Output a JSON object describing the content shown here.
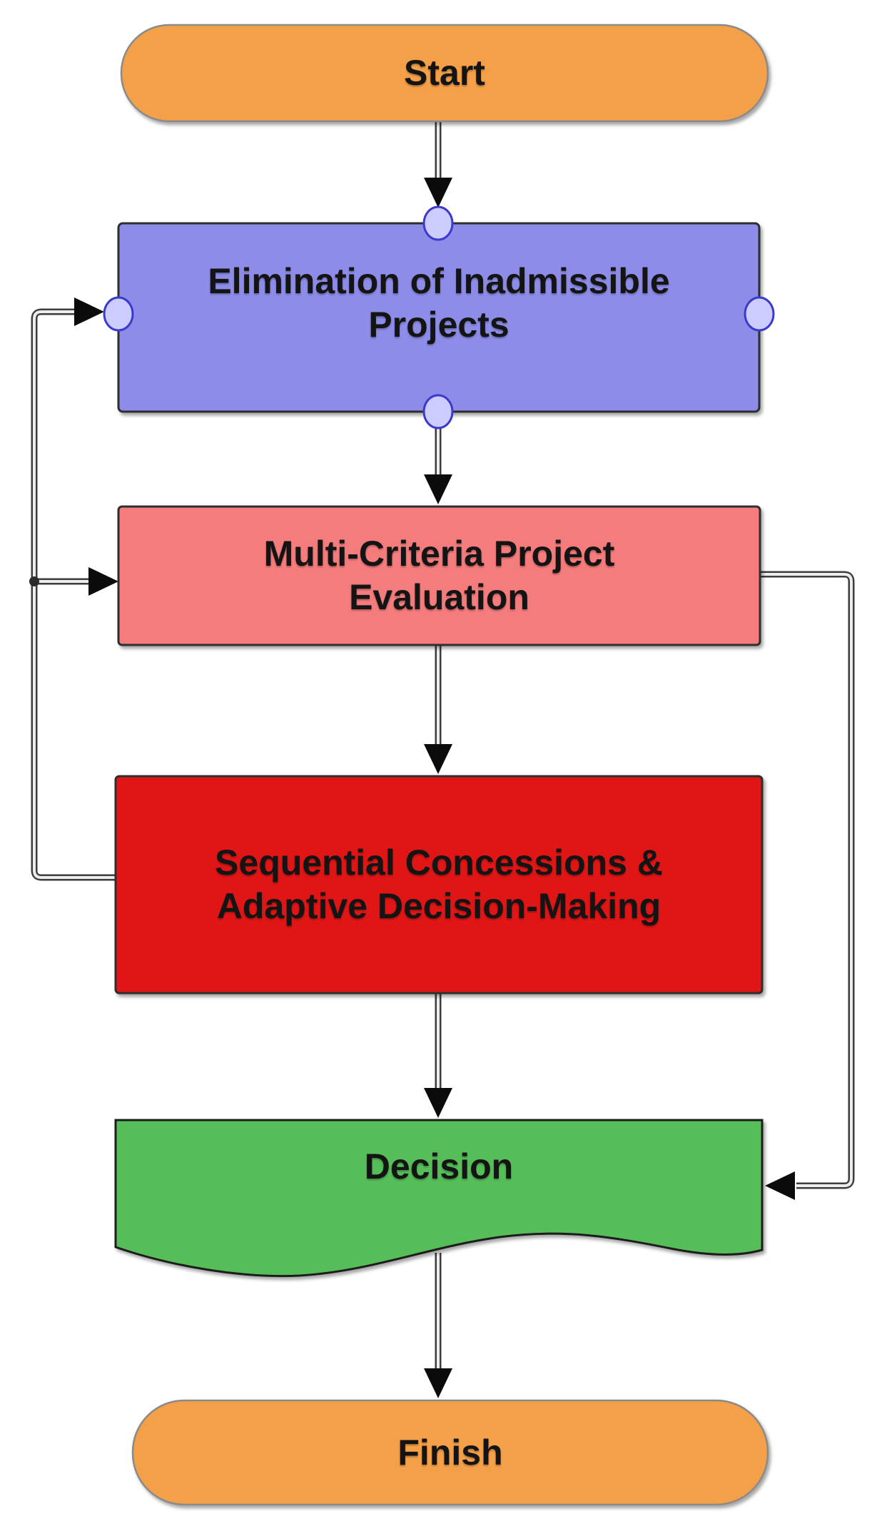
{
  "diagram_title": "Adaptive multi-criteria project selection flowchart",
  "nodes": {
    "start": {
      "label": "Start",
      "shape": "terminator"
    },
    "elimination": {
      "label": "Elimination of Inadmissible\nProjects",
      "shape": "process"
    },
    "evaluation": {
      "label": "Multi-Criteria Project\nEvaluation",
      "shape": "process"
    },
    "concessions": {
      "label": "Sequential Concessions &\nAdaptive Decision-Making",
      "shape": "process"
    },
    "decision": {
      "label": "Decision",
      "shape": "document"
    },
    "finish": {
      "label": "Finish",
      "shape": "terminator"
    }
  },
  "edges": [
    {
      "from": "Start",
      "to": "Elimination of Inadmissible Projects",
      "type": "forward"
    },
    {
      "from": "Elimination of Inadmissible Projects",
      "to": "Multi-Criteria Project Evaluation",
      "type": "forward"
    },
    {
      "from": "Multi-Criteria Project Evaluation",
      "to": "Sequential Concessions & Adaptive Decision-Making",
      "type": "forward"
    },
    {
      "from": "Sequential Concessions & Adaptive Decision-Making",
      "to": "Decision",
      "type": "forward"
    },
    {
      "from": "Decision",
      "to": "Finish",
      "type": "forward"
    },
    {
      "from": "Sequential Concessions & Adaptive Decision-Making",
      "to": "Elimination of Inadmissible Projects",
      "type": "feedback-left"
    },
    {
      "from": "Sequential Concessions & Adaptive Decision-Making",
      "to": "Multi-Criteria Project Evaluation",
      "type": "feedback-left-branch"
    },
    {
      "from": "Multi-Criteria Project Evaluation",
      "to": "Decision",
      "type": "feedback-right"
    }
  ],
  "colors": {
    "orange": "#F4A04A",
    "periwinkle": "#8D8DE9",
    "salmon": "#F57B7B",
    "red": "#E01313",
    "green": "#57BE58",
    "connection_fill": "#CCCCFF",
    "connection_stroke": "#3A3ACC",
    "line": "#3D3D3D",
    "arrow": "#0B0B0B",
    "junction": "#2B2B2B"
  }
}
